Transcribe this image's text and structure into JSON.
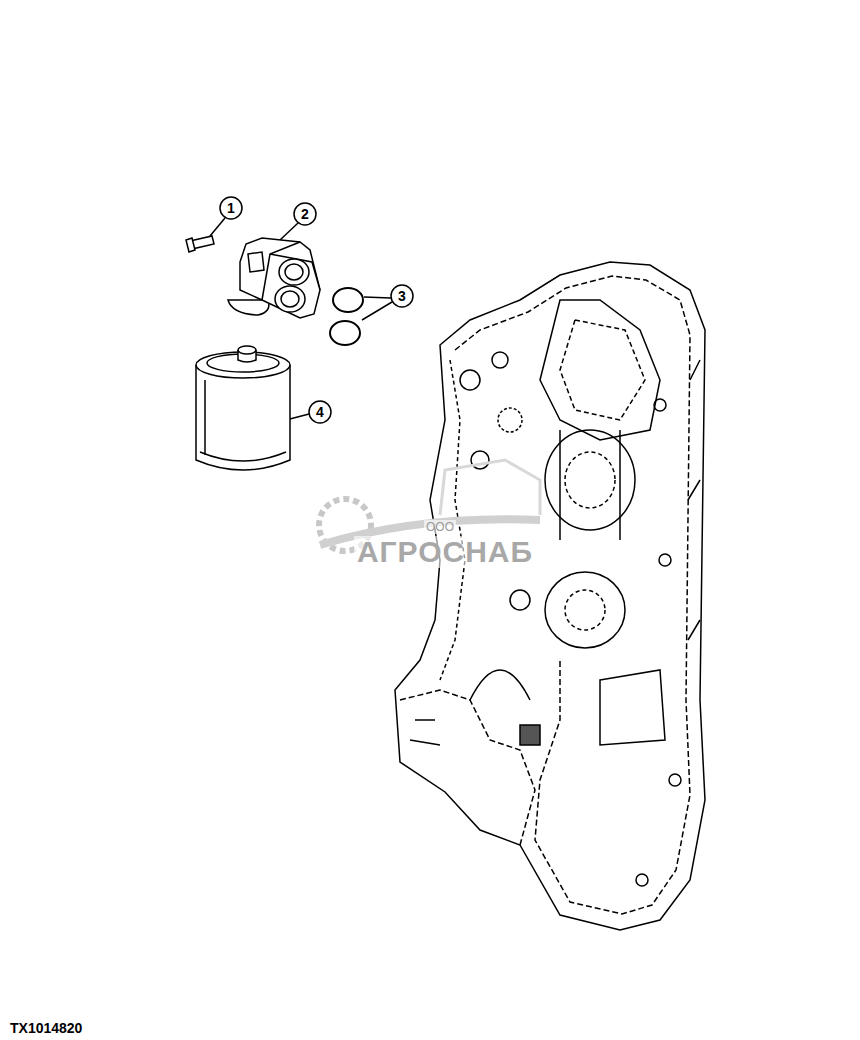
{
  "diagram": {
    "labels": [
      "1",
      "2",
      "3",
      "4",
      "ООО",
      "АГРОСНАБ",
      "TX1014820"
    ]
  }
}
